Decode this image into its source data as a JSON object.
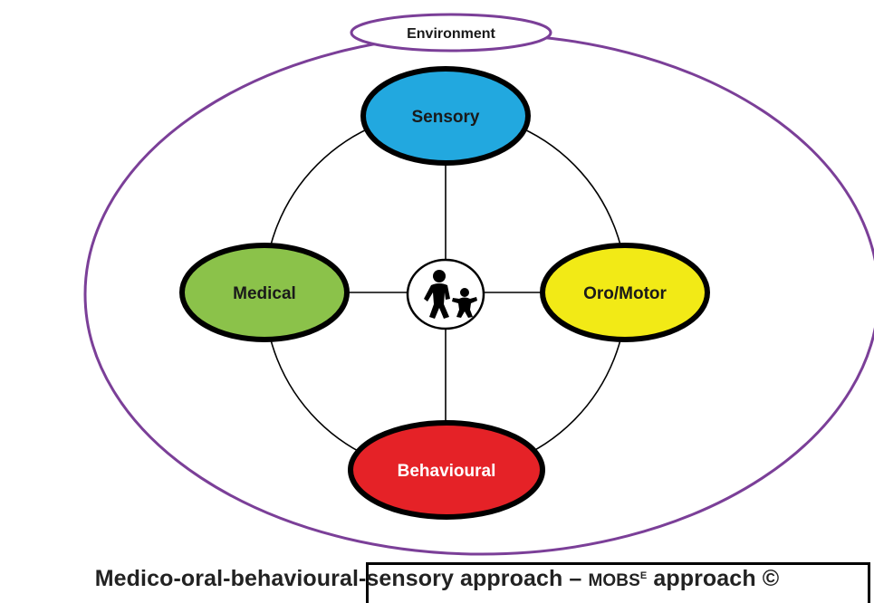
{
  "diagram": {
    "environment": "Environment",
    "nodes": {
      "sensory": "Sensory",
      "medical": "Medical",
      "oro_motor": "Oro/Motor",
      "behavioural": "Behavioural"
    },
    "colors": {
      "environment_border": "#7b3f98",
      "sensory": "#22a8df",
      "medical": "#8bc24a",
      "oro_motor": "#f2ea16",
      "behavioural": "#e52227",
      "node_text_dark": "#1a1a1a",
      "node_text_light": "#ffffff"
    },
    "center_icon": "parent-and-child-icon"
  },
  "caption": {
    "main": "Medico-oral-behavioural-sensory approach –",
    "mobs": "MOBS",
    "superscript": "E",
    "tail": "approach ©"
  }
}
